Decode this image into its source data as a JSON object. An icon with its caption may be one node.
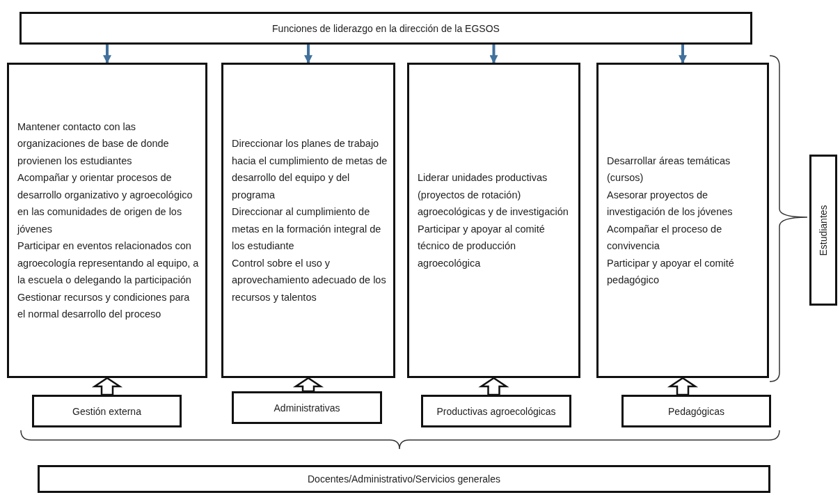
{
  "diagram": {
    "nodes": [
      {
        "text": [
          "Funciones de liderazgo en la dirección de la EGSOS"
        ]
      },
      {
        "text": [
          "Mantener contacto con las organizaciones de base de donde provienen los estudiantes",
          "Acompañar y orientar procesos de desarrollo organizativo y agroecológico en las comunidades de origen de los jóvenes",
          "Participar en eventos relacionados con agroecología representando al equipo, a la escuela o delegando la participación",
          "Gestionar recursos y condiciones para el normal desarrollo del proceso"
        ]
      },
      {
        "text": [
          "Direccionar los planes de trabajo hacia el cumplimiento de metas de desarrollo del equipo y del programa",
          "Direccionar al cumplimiento de metas en la formación integral de los estudiante",
          "Control sobre el uso y aprovechamiento adecuado de los recursos y talentos"
        ]
      },
      {
        "text": [
          "Liderar unidades productivas (proyectos de rotación) agroecológicas y de investigación",
          "Participar y apoyar al comité técnico de producción agroecológica"
        ]
      },
      {
        "text": [
          "Desarrollar áreas temáticas (cursos)",
          "Asesorar proyectos de investigación de los jóvenes",
          "Acompañar el proceso de convivencia",
          "Participar y apoyar el comité pedagógico"
        ]
      },
      {
        "text": [
          "Gestión externa"
        ]
      },
      {
        "text": [
          "Administrativas"
        ]
      },
      {
        "text": [
          "Productivas agroecológicas"
        ]
      },
      {
        "text": [
          "Pedagógicas"
        ]
      },
      {
        "text": [
          "Estudiantes"
        ]
      },
      {
        "text": [
          "Docentes/Administrativo/Servicios generales"
        ]
      }
    ],
    "edges": [
      {
        "from": 0,
        "to": 1,
        "arrow": "to",
        "color": "#41719c"
      },
      {
        "from": 0,
        "to": 2,
        "arrow": "to",
        "color": "#41719c"
      },
      {
        "from": 0,
        "to": 3,
        "arrow": "to",
        "color": "#41719c"
      },
      {
        "from": 0,
        "to": 4,
        "arrow": "to",
        "color": "#41719c"
      },
      {
        "from": 5,
        "to": 1,
        "arrow": "to",
        "style": "thick"
      },
      {
        "from": 6,
        "to": 2,
        "arrow": "to",
        "style": "thick"
      },
      {
        "from": 7,
        "to": 3,
        "arrow": "to",
        "style": "thick"
      },
      {
        "from": 8,
        "to": 4,
        "arrow": "to",
        "style": "thick"
      }
    ]
  }
}
